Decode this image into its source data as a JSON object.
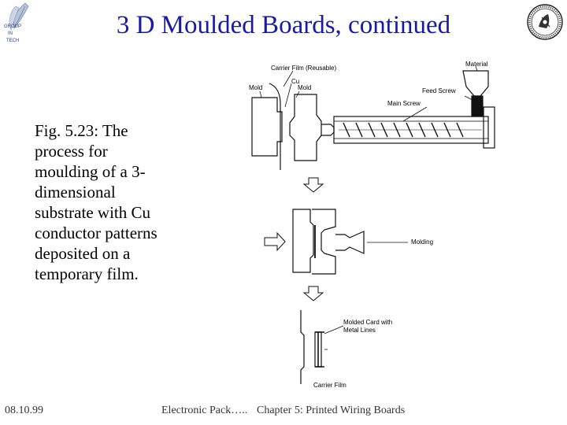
{
  "header": {
    "title": "3 D Moulded Boards, continued",
    "logo_left_lines": [
      "GROUP",
      "IN",
      "TECH"
    ]
  },
  "caption": [
    "Fig. 5.23: The",
    "process for",
    "moulding of a 3-",
    "dimensional",
    "substrate with Cu",
    "conductor patterns",
    "deposited on a",
    "temporary film."
  ],
  "diagram": {
    "labels": {
      "carrier_film_reusable": "Carrier Film (Reusable)",
      "material": "Material",
      "mold_left": "Mold",
      "cu": "Cu",
      "mold_right": "Mold",
      "feed_screw": "Feed Screw",
      "main_screw": "Main Screw",
      "molding": "Molding",
      "molded_card": "Molded Card with",
      "metal_lines": "Metal Lines",
      "carrier_film": "Carrier Film"
    }
  },
  "footer": {
    "date": "08.10.99",
    "course": "Electronic Pack…..",
    "chapter": "Chapter 5: Printed Wiring Boards"
  },
  "colors": {
    "title": "#1a1aa0"
  }
}
